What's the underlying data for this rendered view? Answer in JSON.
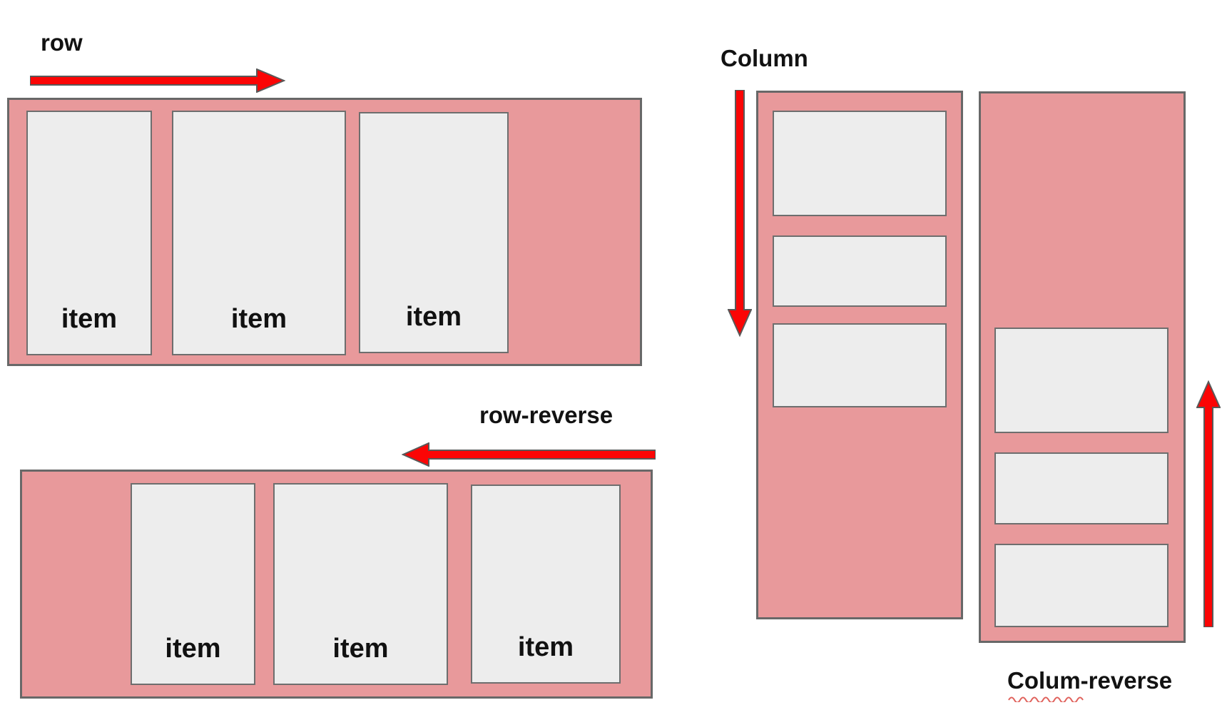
{
  "diagram": {
    "row": {
      "label": "row",
      "items": [
        "item",
        "item",
        "item"
      ],
      "item_count": 3
    },
    "row_reverse": {
      "label": "row-reverse",
      "items": [
        "item",
        "item",
        "item"
      ],
      "item_count": 3
    },
    "column": {
      "label": "Column",
      "item_count": 3
    },
    "column_reverse": {
      "label": "Colum-reverse",
      "item_count": 3
    }
  },
  "colors": {
    "container_pink": "#e8999b",
    "item_fill": "#ededed",
    "arrow_red": "#fb0505",
    "container_border": "#686868",
    "item_border": "#6e6e6e",
    "label_text": "#121212",
    "squiggle_red": "#e0625c"
  }
}
